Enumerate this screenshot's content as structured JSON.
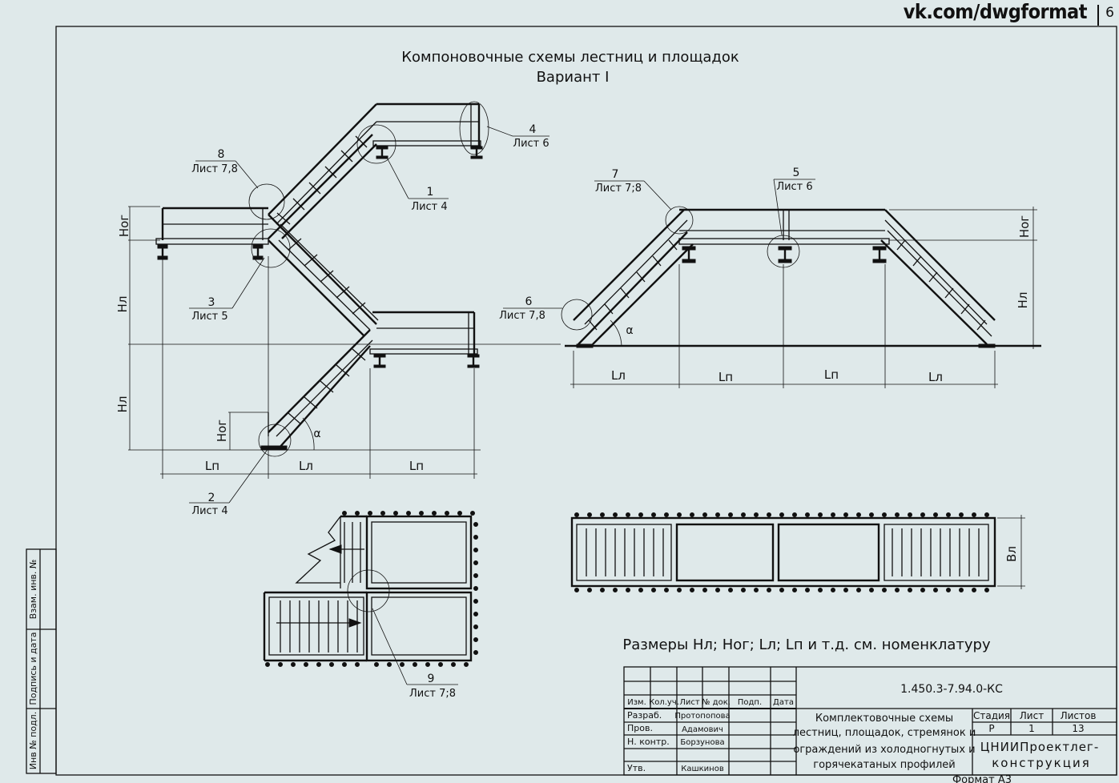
{
  "header": {
    "site": "vk.com/dwgformat",
    "sheet_no": "6"
  },
  "title": {
    "line1": "Компоновочные  схемы лестниц и площадок",
    "line2": "Вариант I"
  },
  "callouts": [
    {
      "num": "8",
      "ref": "Лист 7,8"
    },
    {
      "num": "4",
      "ref": "Лист 6"
    },
    {
      "num": "1",
      "ref": "Лист 4"
    },
    {
      "num": "3",
      "ref": "Лист 5"
    },
    {
      "num": "2",
      "ref": "Лист 4"
    },
    {
      "num": "7",
      "ref": "Лист 7;8"
    },
    {
      "num": "5",
      "ref": "Лист 6"
    },
    {
      "num": "6",
      "ref": "Лист 7,8"
    },
    {
      "num": "9",
      "ref": "Лист 7;8"
    }
  ],
  "dims": {
    "hog": "Ног",
    "hl": "Нл",
    "ll": "Lл",
    "lp": "Lп",
    "bl": "Вл",
    "alpha": "α"
  },
  "note": "Размеры Нл; Ног; Lл; Lп и т.д. см. номенклатуру",
  "stamp": {
    "doc_code": "1.450.3-7.94.0-КС",
    "col_izm": "Изм.",
    "col_kol": "Кол.уч.",
    "col_list": "Лист",
    "col_ndok": "№ док.",
    "col_podp": "Подп.",
    "col_data": "Дата",
    "rows": [
      {
        "role": "Разраб.",
        "name": "Протопопова"
      },
      {
        "role": "Пров.",
        "name": "Адамович"
      },
      {
        "role": "Н. контр.",
        "name": "Борзунова"
      },
      {
        "role": "Утв.",
        "name": "Кашкинов"
      }
    ],
    "title_lines": [
      "Комплектовочные схемы",
      "лестниц, площадок, стремянок и",
      "ограждений из холодногнутых и",
      "горячекатаных профилей"
    ],
    "stage_label": "Стадия",
    "sheet_label": "Лист",
    "sheets_label": "Листов",
    "stage": "Р",
    "sheet": "1",
    "sheets": "13",
    "org_line1": "ЦНИИПроектлег-",
    "org_line2": "конструкция",
    "format": "Формат А3"
  },
  "side_stamp": [
    "Инв № подл.",
    "Подпись и дата",
    "Взам. инв. №"
  ]
}
